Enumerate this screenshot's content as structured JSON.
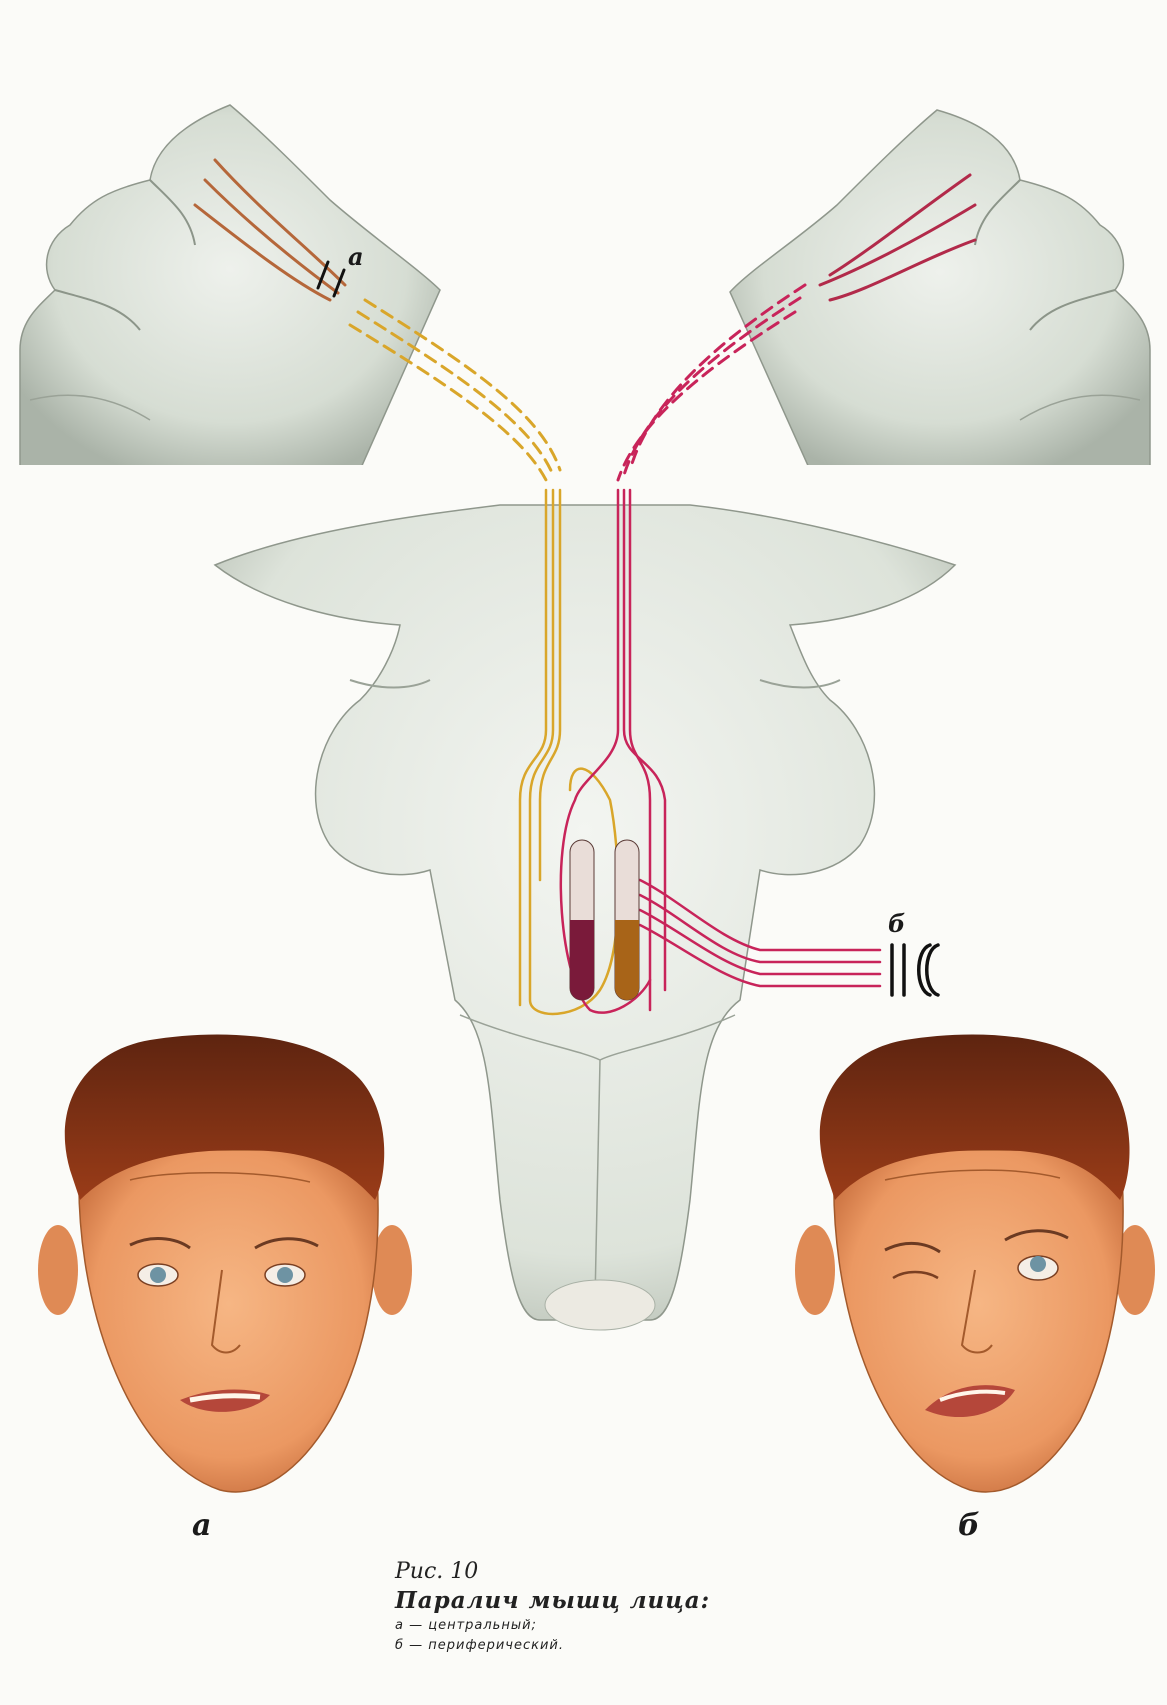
{
  "labels": {
    "lesion_a": "а",
    "lesion_b": "б",
    "face_a": "а",
    "face_b": "б"
  },
  "caption": {
    "figure": "Рис. 10",
    "title": "Паралич мышц лица:",
    "items": [
      "а — центральный;",
      "б — периферический."
    ]
  },
  "colors": {
    "background": "#fbfbf8",
    "brain": "#d9dfd6",
    "brain_shadow": "#a9b1a6",
    "pathway_a": "#d9a62a",
    "pathway_b": "#c8245a",
    "nucleus_upper": "#e9ddd8",
    "nucleus_crimson": "#7a1a3a",
    "nucleus_brown": "#a86418",
    "skin": "#eea06b",
    "hair": "#8a3416"
  }
}
